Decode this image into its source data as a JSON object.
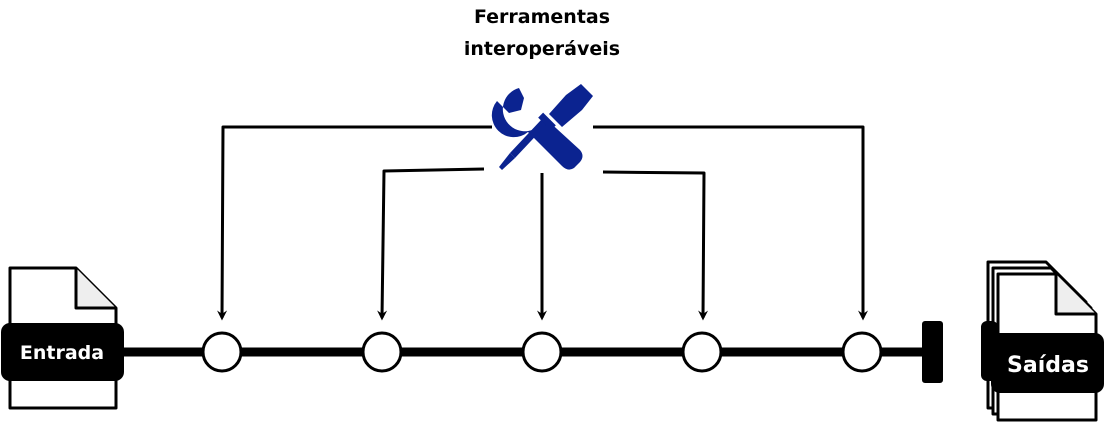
{
  "title": {
    "line1": "Ferramentas",
    "line2": "interoperáveis"
  },
  "input_label": "Entrada",
  "output_label": "Saídas",
  "icons": {
    "tools": "wrench-screwdriver-icon",
    "input": "document-icon",
    "output": "document-stack-icon"
  },
  "colors": {
    "tools_icon": "#0b2390",
    "line": "#000000",
    "label_bg": "#000000",
    "label_text": "#ffffff"
  },
  "pipeline": {
    "node_count": 5
  }
}
